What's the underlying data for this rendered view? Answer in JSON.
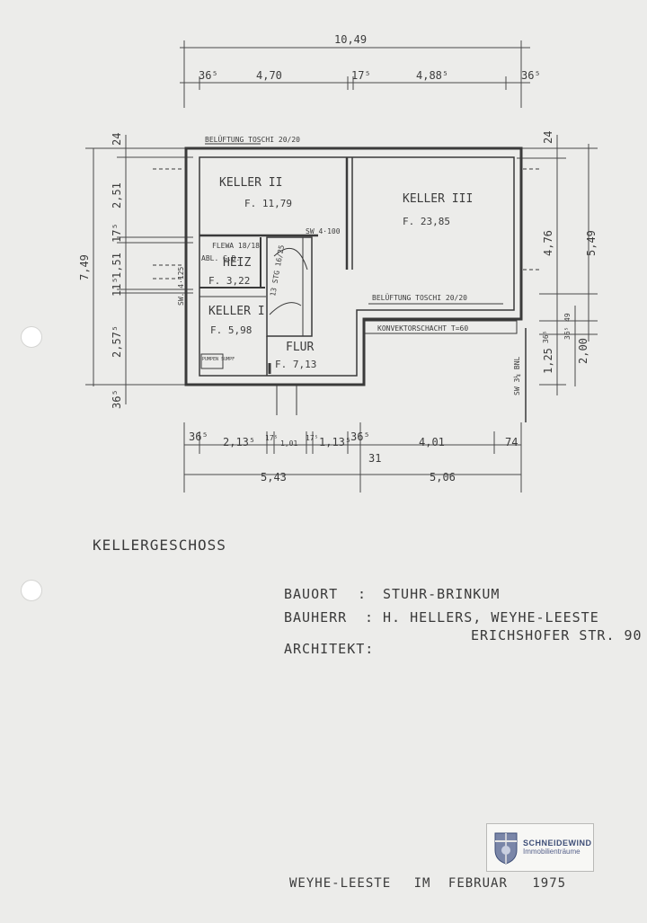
{
  "plan": {
    "top_dims": {
      "overall": "10,49",
      "parts": [
        "36⁵",
        "4,70",
        "17⁵",
        "4,88⁵",
        "36⁵"
      ]
    },
    "left_dims": {
      "overall": "7,49",
      "parts": [
        "24",
        "2,51",
        "17⁵",
        "1,51",
        "11⁵",
        "2,57⁵",
        "36⁵"
      ]
    },
    "right_dims": {
      "top": "24",
      "a": "4,76",
      "b": "5,49",
      "c": "49",
      "d": "36⁵",
      "e": "36⁵",
      "f": "1,25",
      "g": "2,00",
      "h": "SW 3¼ BNL"
    },
    "bottom_dims": {
      "parts": [
        "36⁵",
        "2,13⁵",
        "17⁵",
        "1,01",
        "17⁵",
        "1,13⁵",
        "36⁵",
        "4,01",
        "74"
      ],
      "mid": "31",
      "totals": [
        "5,43",
        "5,06"
      ]
    },
    "rooms": {
      "keller2": {
        "name": "KELLER II",
        "area": "F. 11,79"
      },
      "keller3": {
        "name": "KELLER III",
        "area": "F. 23,85"
      },
      "heiz": {
        "name": "HEIZ",
        "area": "F. 3,22"
      },
      "keller1": {
        "name": "KELLER I",
        "area": "F. 5,98"
      },
      "flur": {
        "name": "FLUR",
        "area": "F. 7,13"
      }
    },
    "notes": {
      "vent_top": "BELÜFTUNG TOSCHI 20/20",
      "vent_mid": "BELÜFTUNG TOSCHI 20/20",
      "konvektor": "KONVEKTORSCHACHT T=60",
      "sw_top": "SW 4·100",
      "fleu": "FLEWA 18/18",
      "abl": "ABL. G.D.",
      "sw_left": "SW. 4·125",
      "stair": "13 STG 16/25",
      "pump": "PUMPEN SUMPF"
    }
  },
  "title": "KELLERGESCHOSS",
  "info": {
    "baurot_label": "BAUORT",
    "baurot_value": "STUHR-BRINKUM",
    "bauherr_label": "BAUHERR",
    "bauherr_value": "H. HELLERS, WEYHE-LEESTE",
    "bauherr_value2": "ERICHSHOFER STR. 90",
    "architekt_label": "ARCHITEKT:"
  },
  "logo": {
    "line1": "SCHNEIDEWIND",
    "line2": "Immobilienträume"
  },
  "footer": {
    "place": "WEYHE-LEESTE",
    "in": "IM",
    "month": "FEBRUAR",
    "year": "1975"
  }
}
